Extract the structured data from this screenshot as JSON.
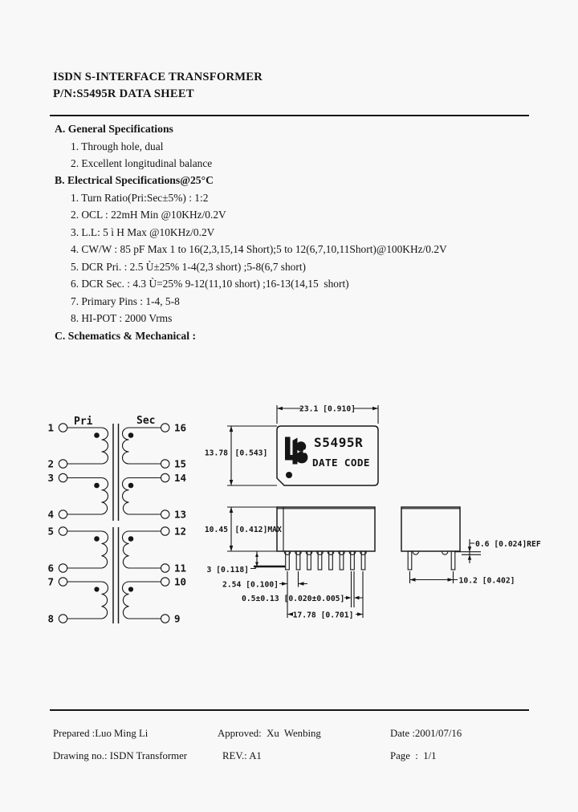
{
  "header": {
    "title_line1": "ISDN S-INTERFACE TRANSFORMER",
    "title_line2": "P/N:S5495R DATA SHEET"
  },
  "sections": {
    "a": {
      "heading": "A. General Specifications",
      "items": [
        "1. Through hole, dual",
        "2. Excellent longitudinal balance"
      ]
    },
    "b": {
      "heading": "B. Electrical Specifications@25°C",
      "items": [
        "1. Turn Ratio(Pri:Sec±5%) : 1:2",
        "2. OCL : 22mH Min @10KHz/0.2V",
        "3. L.L: 5 ì H Max @10KHz/0.2V",
        "4. CW/W : 85 pF Max 1 to 16(2,3,15,14 Short);5 to 12(6,7,10,11Short)@100KHz/0.2V",
        "5. DCR Pri. : 2.5 Ù±25% 1-4(2,3 short) ;5-8(6,7 short)",
        "6. DCR Sec. : 4.3 Ù=25% 9-12(11,10 short) ;16-13(14,15  short)",
        "7. Primary Pins : 1-4, 5-8",
        "8. HI-POT : 2000 Vrms"
      ]
    },
    "c": {
      "heading": "C. Schematics & Mechanical :"
    }
  },
  "schematic": {
    "pri_label": "Pri",
    "sec_label": "Sec",
    "left_pins": [
      "1",
      "2",
      "3",
      "4",
      "5",
      "6",
      "7",
      "8"
    ],
    "right_pins": [
      "16",
      "15",
      "14",
      "13",
      "12",
      "11",
      "10",
      "9"
    ]
  },
  "drawing": {
    "top_view": {
      "width_dim": "23.1 [0.910]",
      "height_value": "13.78",
      "height_bracket": "[0.543]",
      "part_number": "S5495R",
      "date_code": "DATE CODE"
    },
    "front_view": {
      "height_value": "10.45",
      "height_bracket": "[0.412]MAX",
      "standoff": "3 [0.118]",
      "pitch": "2.54 [0.100]",
      "pin_width": "0.5±0.13 [0.020±0.005]",
      "span": "17.78 [0.701]"
    },
    "side_view": {
      "standoff_ref": "0.6 [0.024]REF",
      "row_spacing": "10.2 [0.402]"
    }
  },
  "footer": {
    "prepared": "Prepared :Luo Ming Li",
    "approved": "Approved:  Xu  Wenbing",
    "date": "Date :2001/07/16",
    "drawing_no": "Drawing no.: ISDN Transformer",
    "rev": "REV.: A1",
    "page": "Page  :  1/1"
  }
}
